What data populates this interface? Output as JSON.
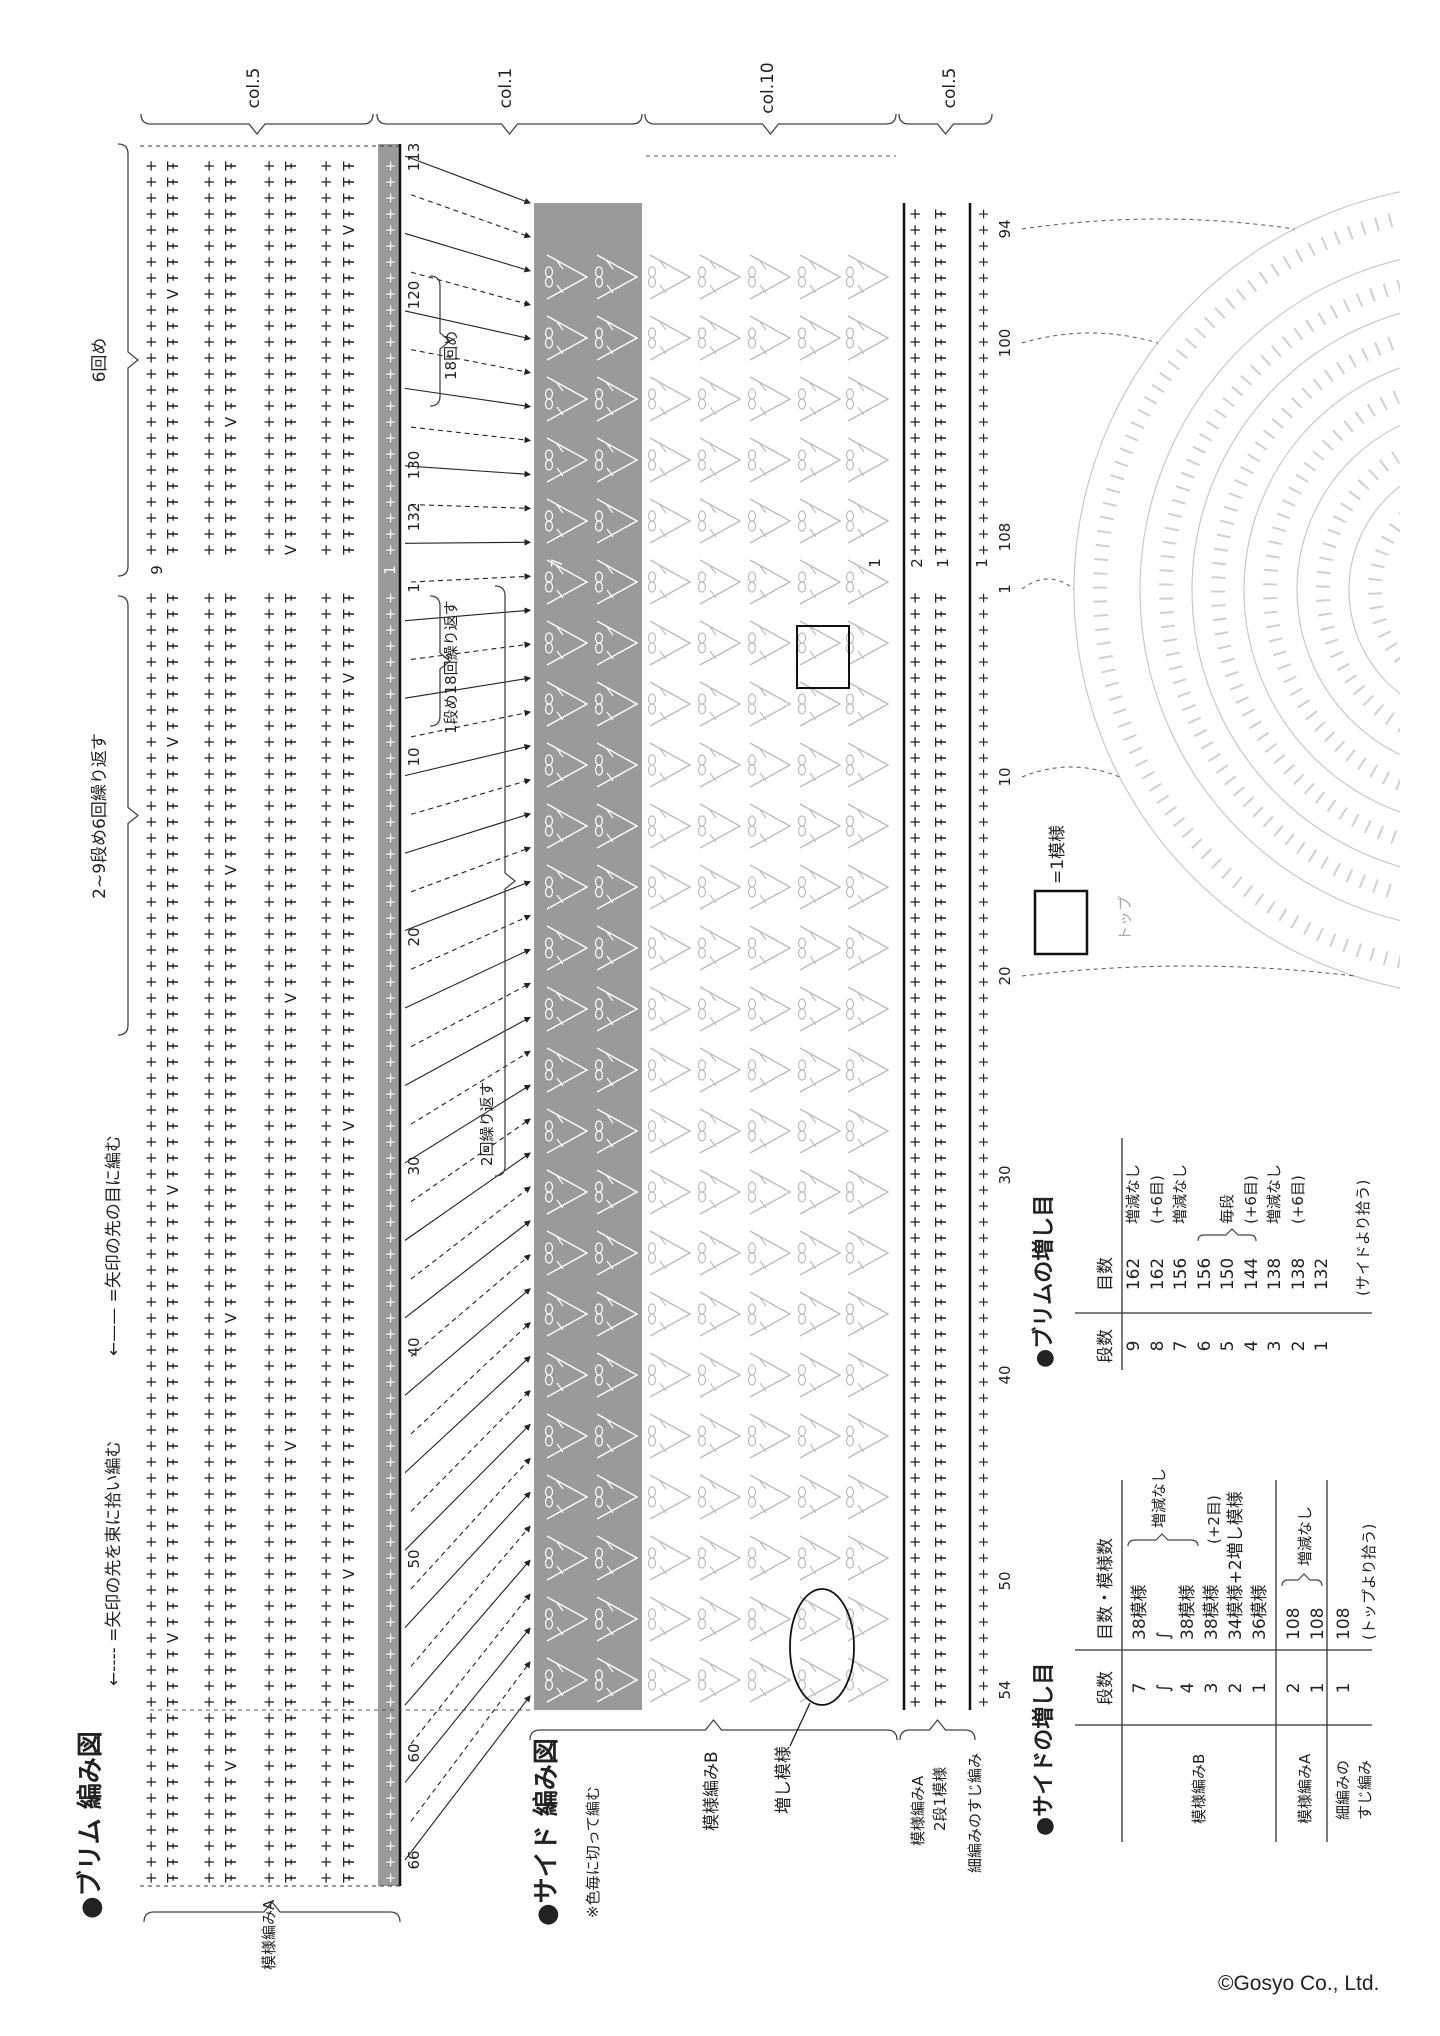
{
  "brim": {
    "title": "●ブリム 編み図",
    "pattern_label": "模様編みA",
    "legend_dashed": "←‐‐‐‐ =矢印の先を束に拾い編む",
    "legend_solid": "←—— =矢印の先の目に編む",
    "repeat_label": "2~9段め6回繰り返す",
    "round6_label": "6回め",
    "row_numbers": [
      "113",
      "120",
      "130",
      "132",
      "1",
      "10",
      "20",
      "30",
      "40",
      "50",
      "60",
      "66"
    ],
    "row9": "9",
    "row1": "1",
    "note_18": "18回め",
    "note_repeat18": "1段め18回繰り返す",
    "note_repeat2": "2回繰り返す"
  },
  "columns": [
    "col.5",
    "col.1",
    "col.10",
    "col.5"
  ],
  "side": {
    "title": "●サイド 編み図",
    "note": "※色毎に切って編む",
    "pattern_b": "模様編みB",
    "increase_pattern": "増し模様",
    "pattern_a": "模様編みA",
    "pattern_a_sub": "2段1模様",
    "single_back": "細編みのすじ編み",
    "row_numbers": [
      "94",
      "100",
      "108",
      "1",
      "10",
      "20",
      "30",
      "40",
      "50",
      "54"
    ],
    "row_marks": [
      "7",
      "1",
      "2",
      "1",
      "1"
    ]
  },
  "legend": {
    "one_pattern": "=1模様"
  },
  "top": {
    "label": "トップ"
  },
  "brim_table": {
    "title": "●ブリムの増し目",
    "headers": [
      "段数",
      "目数"
    ],
    "rows": [
      {
        "row": "9",
        "count": "162",
        "note": "増減なし"
      },
      {
        "row": "8",
        "count": "162",
        "note": "(+6目)"
      },
      {
        "row": "7",
        "count": "156",
        "note": "増減なし"
      },
      {
        "row": "6",
        "count": "156",
        "note": ""
      },
      {
        "row": "5",
        "count": "150",
        "note": "毎段"
      },
      {
        "row": "4",
        "count": "144",
        "note": "(+6目)"
      },
      {
        "row": "3",
        "count": "138",
        "note": "増減なし"
      },
      {
        "row": "2",
        "count": "138",
        "note": "(+6目)"
      },
      {
        "row": "1",
        "count": "132",
        "note": ""
      }
    ],
    "footer": "(サイドより拾う)"
  },
  "side_table": {
    "title": "●サイドの増し目",
    "headers": [
      "段数",
      "目数・模様数"
    ],
    "groups": [
      {
        "name": "模様編みB",
        "rows": [
          {
            "row": "7",
            "count": "38模様"
          },
          {
            "row": "∫",
            "count": "∫"
          },
          {
            "row": "4",
            "count": "38模様"
          },
          {
            "row": "3",
            "count": "38模様"
          },
          {
            "row": "2",
            "count": "34模様+2増し模様"
          },
          {
            "row": "1",
            "count": "36模様"
          }
        ],
        "note": "増減なし",
        "note2": "(+2目)"
      },
      {
        "name": "模様編みA",
        "rows": [
          {
            "row": "2",
            "count": "108"
          },
          {
            "row": "1",
            "count": "108"
          }
        ],
        "note": "増減なし"
      },
      {
        "name": "細編みの",
        "name2": "すじ編み",
        "rows": [
          {
            "row": "1",
            "count": "108"
          }
        ],
        "footer": "(トップより拾う)"
      }
    ]
  },
  "copyright": "©Gosyo Co., Ltd.",
  "colors": {
    "band": "#9a9a9a",
    "light_symbol": "#bdbdbd",
    "ink": "#222222"
  }
}
